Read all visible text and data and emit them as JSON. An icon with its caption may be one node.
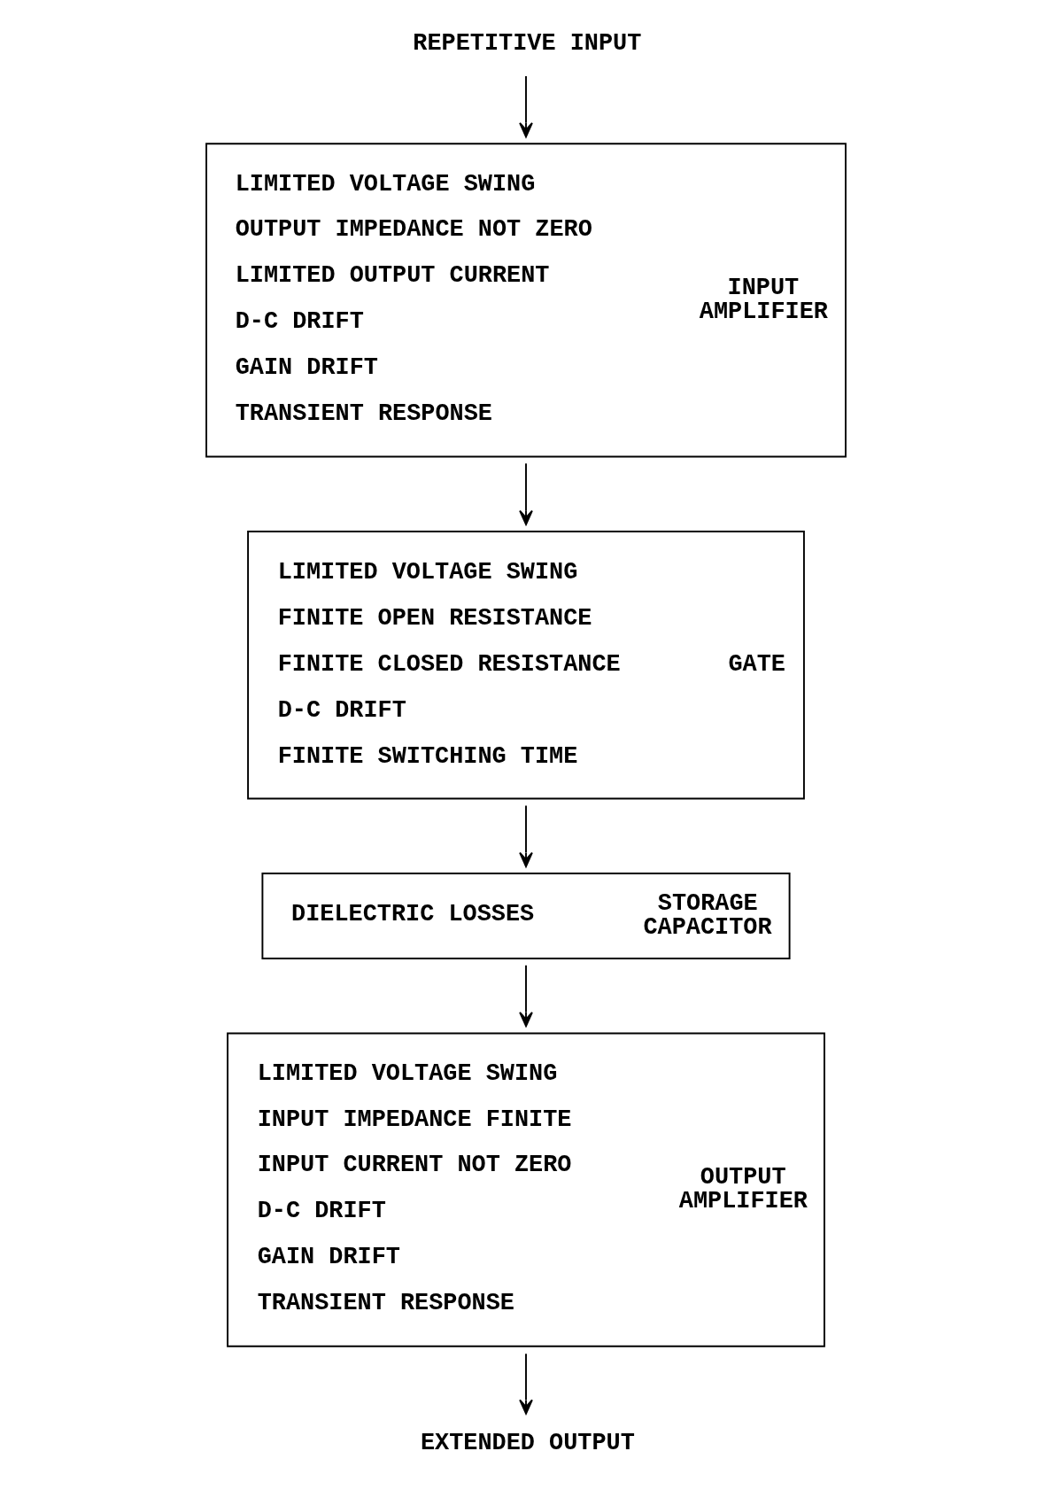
{
  "diagram": {
    "nodes": [
      {
        "text": [
          "REPETITIVE INPUT"
        ]
      },
      {
        "text": [
          "LIMITED VOLTAGE SWING",
          "OUTPUT IMPEDANCE NOT ZERO",
          "LIMITED OUTPUT CURRENT",
          "D-C DRIFT",
          "GAIN DRIFT",
          "TRANSIENT RESPONSE",
          "INPUT AMPLIFIER"
        ]
      },
      {
        "text": [
          "LIMITED VOLTAGE SWING",
          "FINITE OPEN RESISTANCE",
          "FINITE CLOSED RESISTANCE",
          "D-C DRIFT",
          "FINITE SWITCHING TIME",
          "GATE"
        ]
      },
      {
        "text": [
          "DIELECTRIC LOSSES",
          "STORAGE CAPACITOR"
        ]
      },
      {
        "text": [
          "LIMITED VOLTAGE SWING",
          "INPUT IMPEDANCE FINITE",
          "INPUT CURRENT NOT ZERO",
          "D-C DRIFT",
          "GAIN DRIFT",
          "TRANSIENT RESPONSE",
          "OUTPUT AMPLIFIER"
        ]
      },
      {
        "text": [
          "EXTENDED OUTPUT"
        ]
      }
    ],
    "edges": [
      {
        "from": 0,
        "to": 1,
        "arrow": "to"
      },
      {
        "from": 1,
        "to": 2,
        "arrow": "to"
      },
      {
        "from": 2,
        "to": 3,
        "arrow": "to"
      },
      {
        "from": 3,
        "to": 4,
        "arrow": "to"
      },
      {
        "from": 4,
        "to": 5,
        "arrow": "to"
      }
    ]
  }
}
